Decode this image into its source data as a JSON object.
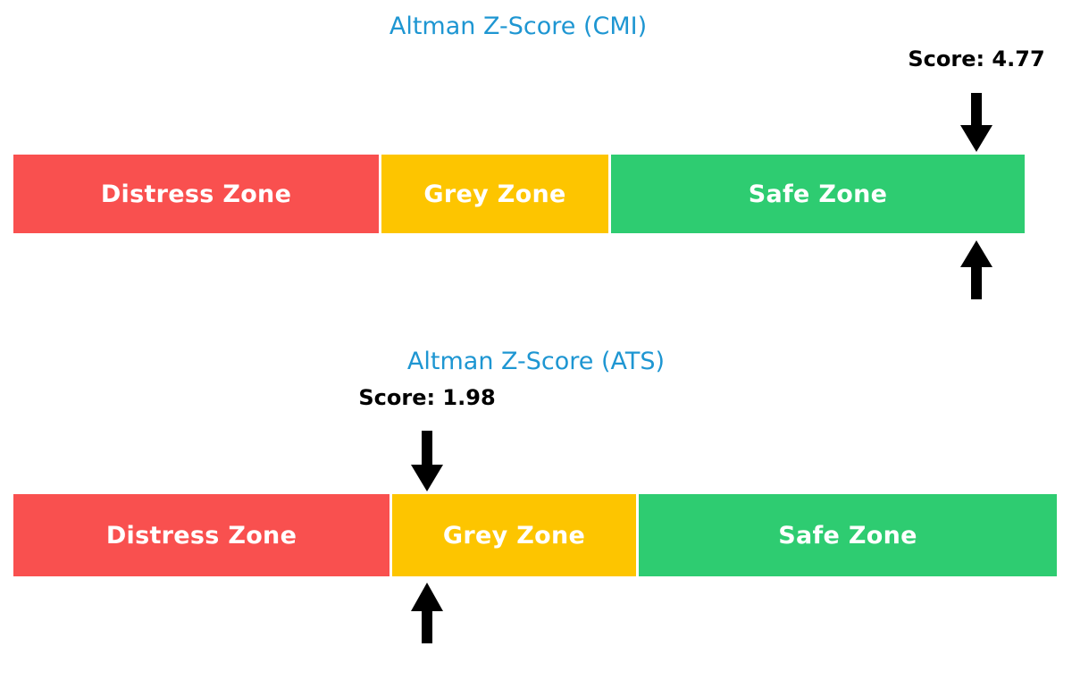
{
  "page": {
    "background": "#ffffff",
    "title_color": "#1e96d2",
    "score_color": "#000000",
    "zone_label_color": "#ffffff"
  },
  "charts": [
    {
      "id": "cmi",
      "title": "Altman Z-Score (CMI)",
      "score_label": "Score: 4.77",
      "score_value": 4.77,
      "zones": [
        {
          "label": "Distress Zone",
          "color": "#f9504f"
        },
        {
          "label": "Grey Zone",
          "color": "#fdc500"
        },
        {
          "label": "Safe Zone",
          "color": "#2ecc71"
        }
      ],
      "marker_icons": {
        "top": "down-arrow-icon",
        "bottom": "up-arrow-icon"
      }
    },
    {
      "id": "ats",
      "title": "Altman Z-Score (ATS)",
      "score_label": "Score: 1.98",
      "score_value": 1.98,
      "zones": [
        {
          "label": "Distress Zone",
          "color": "#f9504f"
        },
        {
          "label": "Grey Zone",
          "color": "#fdc500"
        },
        {
          "label": "Safe Zone",
          "color": "#2ecc71"
        }
      ],
      "marker_icons": {
        "top": "down-arrow-icon",
        "bottom": "up-arrow-icon"
      }
    }
  ],
  "chart_data": {
    "type": "bar",
    "title": "Altman Z-Score zone indicators",
    "charts": [
      {
        "name": "Altman Z-Score (CMI)",
        "type": "bar",
        "orientation": "horizontal",
        "categories": [
          "Distress Zone",
          "Grey Zone",
          "Safe Zone"
        ],
        "segment_colors": [
          "#f9504f",
          "#fdc500",
          "#2ecc71"
        ],
        "segment_fractions": [
          0.362,
          0.225,
          0.413
        ],
        "marker": {
          "label": "Score: 4.77",
          "value": 4.77,
          "position_fraction": 0.952
        },
        "xlabel": "",
        "ylabel": "",
        "grid": false,
        "legend": "none"
      },
      {
        "name": "Altman Z-Score (ATS)",
        "type": "bar",
        "orientation": "horizontal",
        "categories": [
          "Distress Zone",
          "Grey Zone",
          "Safe Zone"
        ],
        "segment_colors": [
          "#f9504f",
          "#fdc500",
          "#2ecc71"
        ],
        "segment_fractions": [
          0.363,
          0.237,
          0.4
        ],
        "marker": {
          "label": "Score: 1.98",
          "value": 1.98,
          "position_fraction": 0.397
        },
        "xlabel": "",
        "ylabel": "",
        "grid": false,
        "legend": "none"
      }
    ]
  }
}
